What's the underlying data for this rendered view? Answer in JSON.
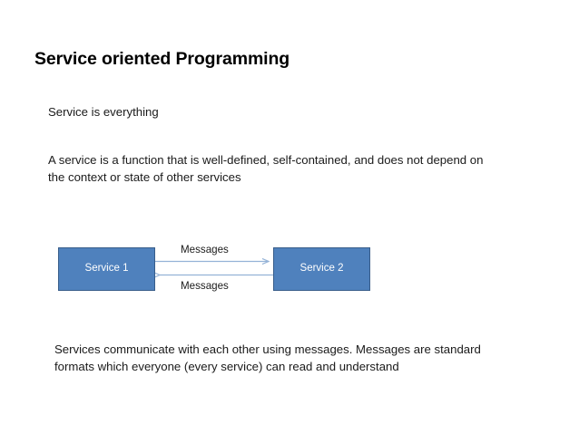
{
  "slide": {
    "title": "Service oriented Programming",
    "paragraphs": [
      "Service is everything",
      "A service is a function that is well-defined, self-contained, and does not depend on the context or state of other services",
      "Services communicate with each other using messages. Messages are standard formats which everyone (every service) can read and understand"
    ],
    "diagram": {
      "nodes": [
        {
          "id": "service-1",
          "label": "Service 1"
        },
        {
          "id": "service-2",
          "label": "Service 2"
        }
      ],
      "edges": [
        {
          "id": "edge-forward",
          "label": "Messages",
          "direction": "right",
          "from": "service-1",
          "to": "service-2"
        },
        {
          "id": "edge-backward",
          "label": "Messages",
          "direction": "left",
          "from": "service-2",
          "to": "service-1"
        }
      ],
      "colors": {
        "node_fill": "#4F81BD",
        "node_border": "#385D8A",
        "node_text": "#FFFFFF",
        "connector": "#95B3D7"
      }
    }
  }
}
